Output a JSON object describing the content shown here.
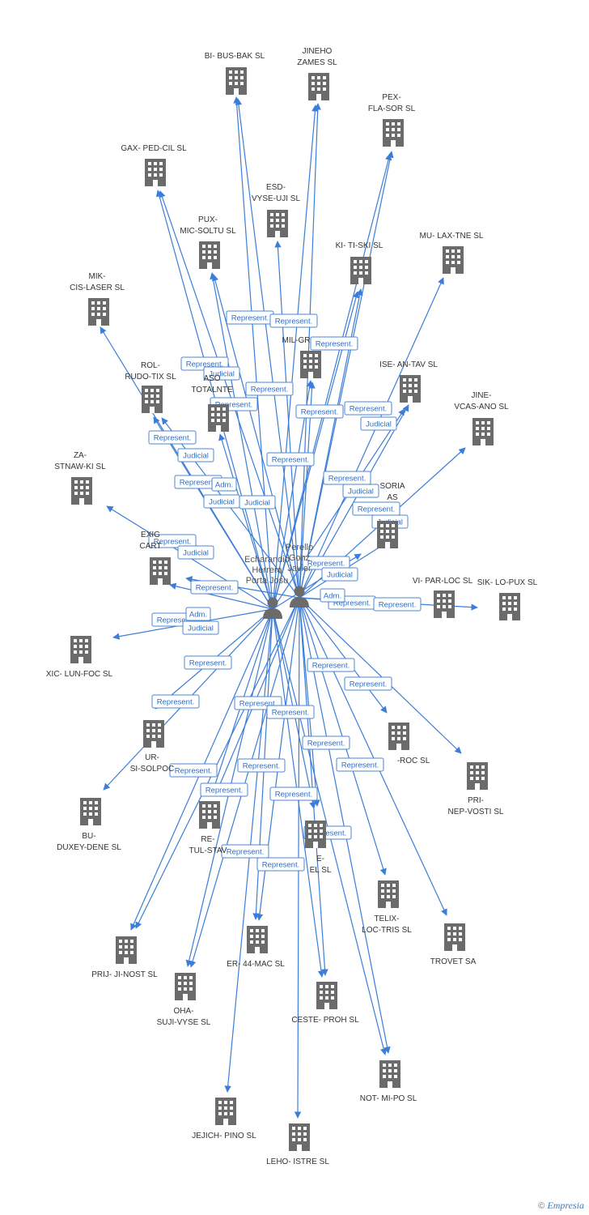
{
  "persons": [
    {
      "id": "p1",
      "label_lines": [
        "Echarandio",
        "Herrera",
        "Porta Josu"
      ]
    },
    {
      "id": "p2",
      "label_lines": [
        "Perello",
        "Gonz",
        "Javier"
      ]
    }
  ],
  "companies": [
    {
      "id": "c1",
      "lines": [
        "BI- BUS-BAK SL"
      ]
    },
    {
      "id": "c2",
      "lines": [
        "JINEHO",
        "ZAMES SL"
      ]
    },
    {
      "id": "c3",
      "lines": [
        "PEX-",
        "FLA-SOR SL"
      ]
    },
    {
      "id": "c4",
      "lines": [
        "GAX- PED-CIL SL"
      ]
    },
    {
      "id": "c5",
      "lines": [
        "ESD-",
        "VYSE-UJI SL"
      ]
    },
    {
      "id": "c6",
      "lines": [
        "PUX-",
        "MIC-SOLTU SL"
      ]
    },
    {
      "id": "c7",
      "lines": [
        "KI- TI-SKI SL"
      ]
    },
    {
      "id": "c8",
      "lines": [
        "MU- LAX-TNE SL"
      ]
    },
    {
      "id": "c9",
      "lines": [
        "MIK-",
        "CIS-LASER SL"
      ]
    },
    {
      "id": "c10",
      "lines": [
        "MIL-GR"
      ]
    },
    {
      "id": "c11",
      "lines": [
        "ROL-",
        "RUDO-TIX SL"
      ]
    },
    {
      "id": "c12",
      "lines": [
        "ASO",
        "TOTALNTE"
      ]
    },
    {
      "id": "c13",
      "lines": [
        "ISE- AN-TAV SL"
      ]
    },
    {
      "id": "c14",
      "lines": [
        "JINE-",
        "VCAS-ANO SL"
      ]
    },
    {
      "id": "c15",
      "lines": [
        "ZA-",
        "STNAW-KI SL"
      ]
    },
    {
      "id": "c16",
      "lines": [
        "SORIA",
        "AS"
      ]
    },
    {
      "id": "c17",
      "lines": [
        "EXIG",
        "CART"
      ]
    },
    {
      "id": "c18",
      "lines": [
        "VI- PAR-LOC SL"
      ]
    },
    {
      "id": "c19",
      "lines": [
        "SIK- LO-PUX SL"
      ]
    },
    {
      "id": "c20",
      "lines": [
        "XIC- LUN-FOC SL"
      ]
    },
    {
      "id": "c21",
      "lines": [
        "UR-",
        "SI-SOLPOC"
      ]
    },
    {
      "id": "c22",
      "lines": [
        "-ROC SL"
      ]
    },
    {
      "id": "c23",
      "lines": [
        "PRI-",
        "NEP-VOSTI SL"
      ]
    },
    {
      "id": "c24",
      "lines": [
        "BU-",
        "DUXEY-DENE SL"
      ]
    },
    {
      "id": "c25",
      "lines": [
        "RE-",
        "TUL-STAV"
      ]
    },
    {
      "id": "c26",
      "lines": [
        "E-",
        "EL SL"
      ]
    },
    {
      "id": "c27",
      "lines": [
        "TELIX-",
        "LOC-TRIS SL"
      ]
    },
    {
      "id": "c28",
      "lines": [
        "TROVET SA"
      ]
    },
    {
      "id": "c29",
      "lines": [
        "PRIJ- JI-NOST SL"
      ]
    },
    {
      "id": "c30",
      "lines": [
        "ER- 44-MAC SL"
      ]
    },
    {
      "id": "c31",
      "lines": [
        "OHA-",
        "SUJI-VYSE SL"
      ]
    },
    {
      "id": "c32",
      "lines": [
        "CESTE- PROH SL"
      ]
    },
    {
      "id": "c33",
      "lines": [
        "NOT- MI-PO SL"
      ]
    },
    {
      "id": "c34",
      "lines": [
        "JEJICH- PINO SL"
      ]
    },
    {
      "id": "c35",
      "lines": [
        "LEHO- ISTRE SL"
      ]
    }
  ],
  "edge_labels": {
    "represent": "Represent.",
    "judicial": "Judicial",
    "adm": "Adm."
  },
  "copyright": {
    "symbol": "©",
    "brand": "Empresia"
  },
  "colors": {
    "edge": "#3b7dd8",
    "icon": "#6b6b6b",
    "label_text": "#2f6fc4"
  }
}
